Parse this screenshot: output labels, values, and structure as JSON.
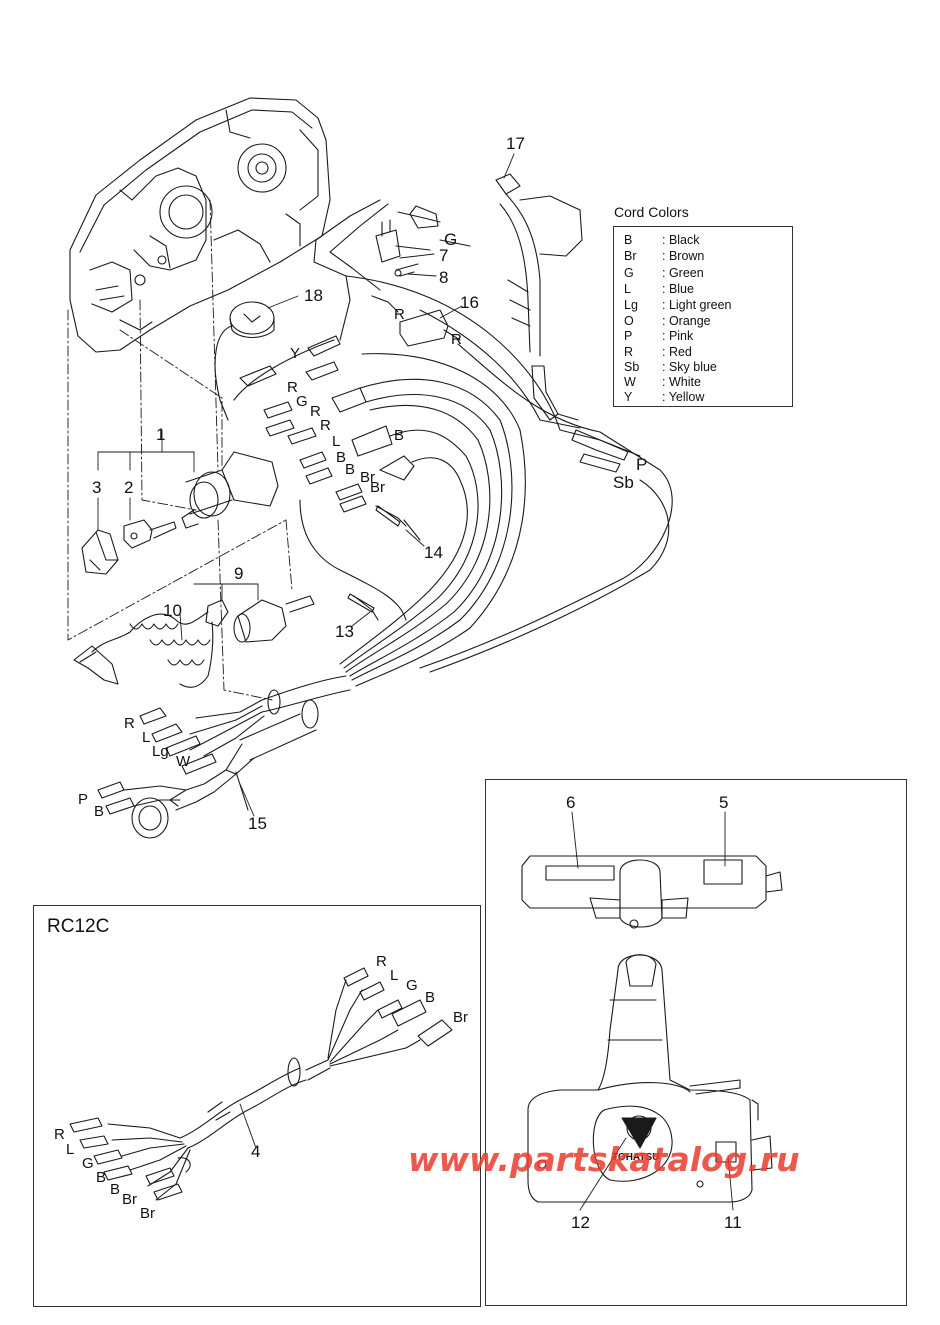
{
  "legend": {
    "title": "Cord Colors",
    "rows": [
      {
        "code": "B",
        "name": ": Black"
      },
      {
        "code": "Br",
        "name": ": Brown"
      },
      {
        "code": "G",
        "name": ": Green"
      },
      {
        "code": "L",
        "name": ": Blue"
      },
      {
        "code": "Lg",
        "name": ": Light green"
      },
      {
        "code": "O",
        "name": ": Orange"
      },
      {
        "code": "P",
        "name": ": Pink"
      },
      {
        "code": "R",
        "name": ": Red"
      },
      {
        "code": "Sb",
        "name": ": Sky blue"
      },
      {
        "code": "W",
        "name": ": White"
      },
      {
        "code": "Y",
        "name": ": Yellow"
      }
    ]
  },
  "part_numbers": {
    "p1": "1",
    "p2": "2",
    "p3": "3",
    "p4": "4",
    "p5": "5",
    "p6": "6",
    "p7": "7",
    "p8": "8",
    "p9": "9",
    "p10": "10",
    "p11": "11",
    "p12": "12",
    "p13": "13",
    "p14": "14",
    "p15": "15",
    "p16": "16",
    "p17": "17",
    "p18": "18"
  },
  "wire_labels": {
    "g_top": "G",
    "r_16": "R",
    "r_16b": "R",
    "y": "Y",
    "r_a": "R",
    "g_a": "G",
    "r_b": "R",
    "r_c": "R",
    "l_a": "L",
    "b_a": "B",
    "b_b": "B",
    "br_a": "Br",
    "b_c": "B",
    "br_b": "Br",
    "p_right": "P",
    "sb_right": "Sb",
    "r_harn": "R",
    "l_harn": "L",
    "lg_harn": "Lg",
    "w_harn": "W",
    "p_harn": "P",
    "b_harn": "B"
  },
  "rc12c": {
    "title": "RC12C",
    "right_labels": {
      "r": "R",
      "l": "L",
      "g": "G",
      "b": "B",
      "br": "Br"
    },
    "left_labels": {
      "r": "R",
      "l": "L",
      "g": "G",
      "b1": "B",
      "b2": "B",
      "br1": "Br",
      "br2": "Br"
    }
  },
  "remote": {
    "brand": "TOHATSU"
  },
  "watermark": "www.partskatalog.ru",
  "colors": {
    "line": "#1a1a1a",
    "watermark": "#e73c2d"
  }
}
